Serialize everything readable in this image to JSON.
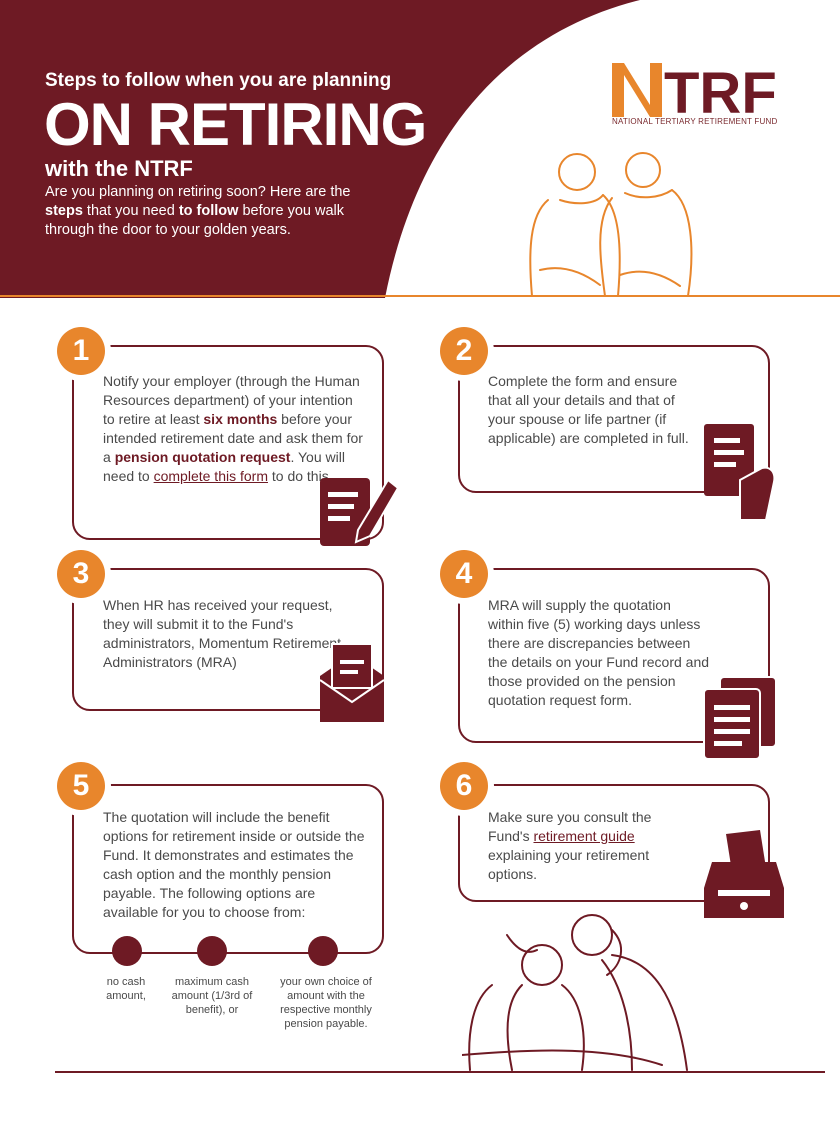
{
  "header": {
    "kicker": "Steps to follow when you are planning",
    "headline": "ON RETIRING",
    "subhead": "with the NTRF",
    "intro_1": "Are you planning on retiring soon? Here are the ",
    "intro_2": "steps",
    "intro_3": " that you need ",
    "intro_4": "to follow",
    "intro_5": " before you walk through the door to your golden years."
  },
  "logo": {
    "wordmark": "TRF",
    "caption": "NATIONAL TERTIARY RETIREMENT FUND"
  },
  "colors": {
    "maroon": "#6e1a24",
    "orange": "#e8862c"
  },
  "steps": [
    {
      "number": "1",
      "text_a": "Notify your employer (through the Human Resources department) of your intention to retire at least ",
      "em_a": "six months",
      "text_b": " before your intended retirement date and ask them for a ",
      "em_b": "pension quotation request",
      "text_c": ". You will need to ",
      "link": "complete this form",
      "text_d": " to do this.",
      "icon": "pen-form-icon"
    },
    {
      "number": "2",
      "text": "Complete the form and ensure that all your details and that of your spouse or life partner (if applicable) are completed in full.",
      "icon": "hand-document-icon"
    },
    {
      "number": "3",
      "text": "When HR has received your request, they will submit it to the Fund's administrators, Momentum Retirement Administrators (MRA)",
      "icon": "envelope-letter-icon"
    },
    {
      "number": "4",
      "text": "MRA will supply the quotation within five (5) working days unless there are discrepancies between the details on your Fund record and those provided on the pension quotation request form.",
      "icon": "documents-icon"
    },
    {
      "number": "5",
      "text": "The quotation will include the benefit options for retirement inside or outside the Fund. It demonstrates and estimates the cash option and the monthly pension payable. The following options are available for you to choose from:",
      "options": [
        {
          "label": "no cash amount,",
          "icon": "hand-cash-icon"
        },
        {
          "label": "maximum cash amount (1/3rd of benefit), or",
          "icon": "money-stack-icon"
        },
        {
          "label": "your own choice of amount with the respective monthly pension payable.",
          "icon": "choice-cash-icon"
        }
      ]
    },
    {
      "number": "6",
      "text_a": "Make sure you consult the Fund's ",
      "link": "retirement guide",
      "text_b": " explaining your retirement options.",
      "icon": "printer-icon"
    }
  ]
}
